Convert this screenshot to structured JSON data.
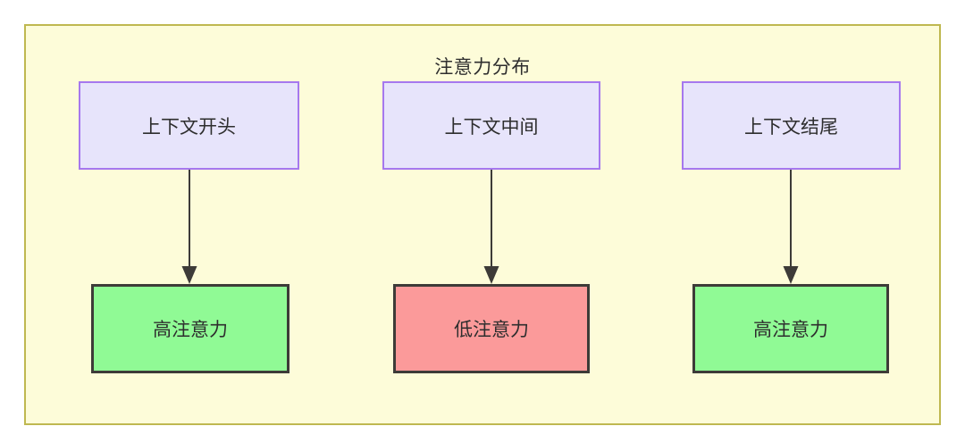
{
  "diagram": {
    "title": "注意力分布",
    "background_color": "#fdfcd9",
    "frame_border_color": "#bfb850",
    "source_fill": "#e7e4fb",
    "source_border": "#a678ee",
    "high_fill": "#90fa95",
    "low_fill": "#fb9a9a",
    "outcome_border": "#3d3b38",
    "edge_color": "#3d3b38"
  },
  "columns": [
    {
      "source_label": "上下文开头",
      "outcome_label": "高注意力",
      "outcome_kind": "high"
    },
    {
      "source_label": "上下文中间",
      "outcome_label": "低注意力",
      "outcome_kind": "low"
    },
    {
      "source_label": "上下文结尾",
      "outcome_label": "高注意力",
      "outcome_kind": "high"
    }
  ]
}
